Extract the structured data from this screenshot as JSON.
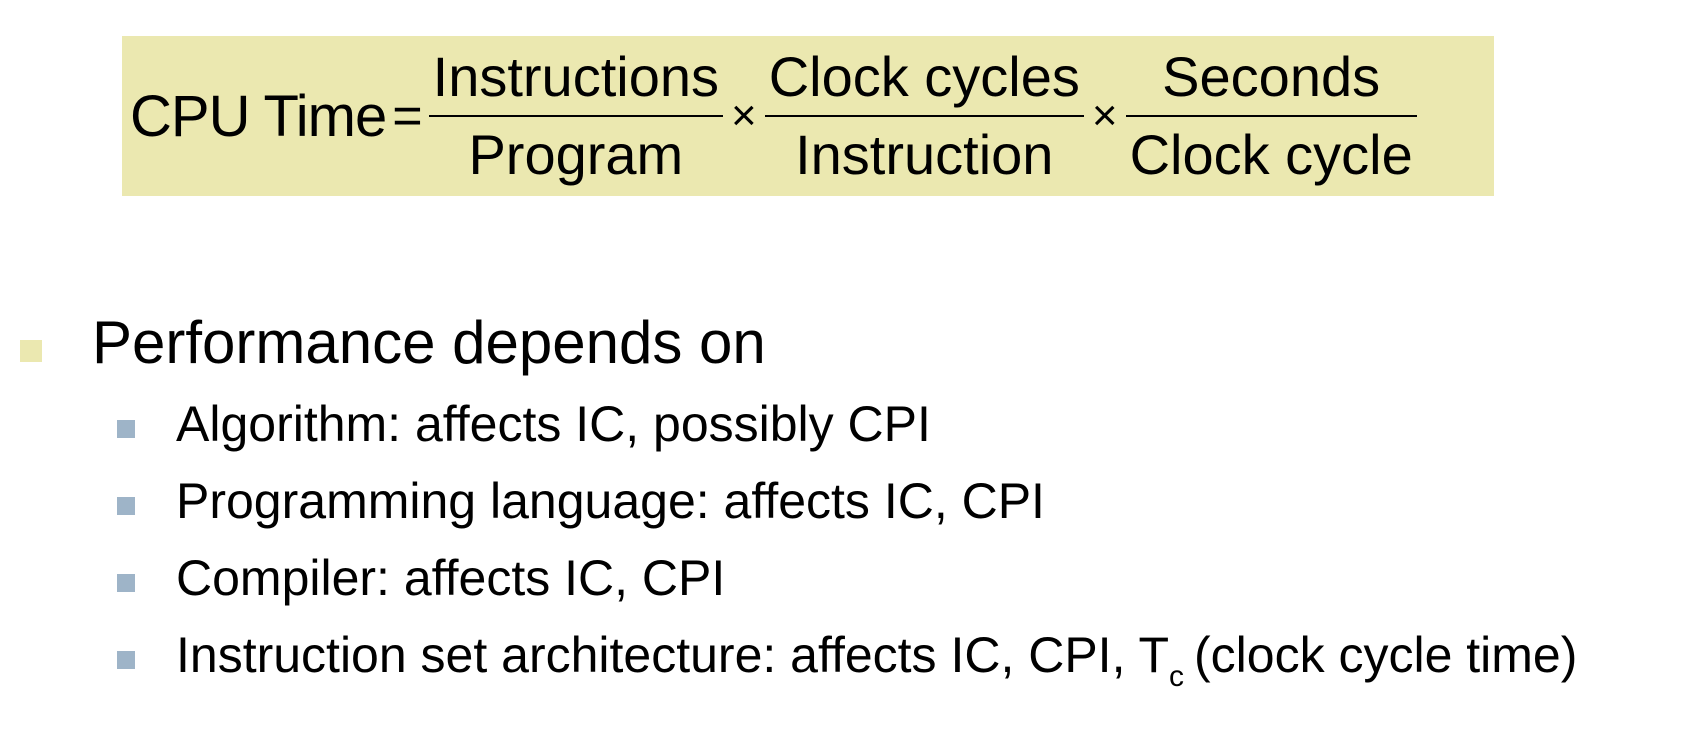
{
  "formula": {
    "lhs": "CPU Time",
    "equals": "=",
    "times": "×",
    "fractions": [
      {
        "numerator": "Instructions",
        "denominator": "Program"
      },
      {
        "numerator": "Clock cycles",
        "denominator": "Instruction"
      },
      {
        "numerator": "Seconds",
        "denominator": "Clock cycle"
      }
    ]
  },
  "bullets": {
    "heading": "Performance depends on",
    "items": [
      {
        "text": "Algorithm: affects IC, possibly CPI"
      },
      {
        "text": "Programming language: affects IC, CPI"
      },
      {
        "text": "Compiler: affects IC, CPI"
      },
      {
        "text_before": "Instruction set architecture: affects IC, CPI, T",
        "subscript": "c",
        "text_after": "(clock cycle time)"
      }
    ]
  },
  "colors": {
    "formula_background": "#ebe8b0",
    "level1_bullet": "#ebe8b0",
    "level2_bullet": "#9eb4c8"
  }
}
